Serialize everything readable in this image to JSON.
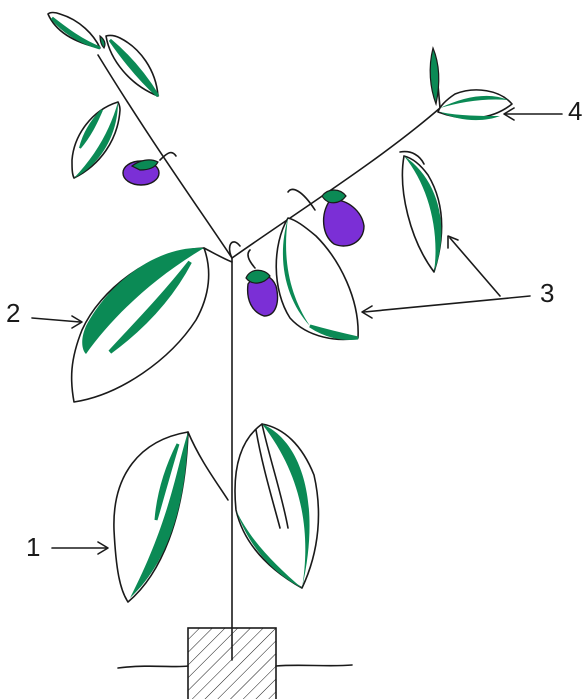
{
  "labels": {
    "l1": "1",
    "l2": "2",
    "l3": "3",
    "l4": "4"
  },
  "colors": {
    "ink": "#1a1a1a",
    "leaf_green": "#0b8a55",
    "fruit_purple": "#7b2fd6",
    "background": "#ffffff"
  },
  "icons": [
    "plant-drawing",
    "pot",
    "leaf",
    "eggplant-fruit",
    "arrow"
  ]
}
